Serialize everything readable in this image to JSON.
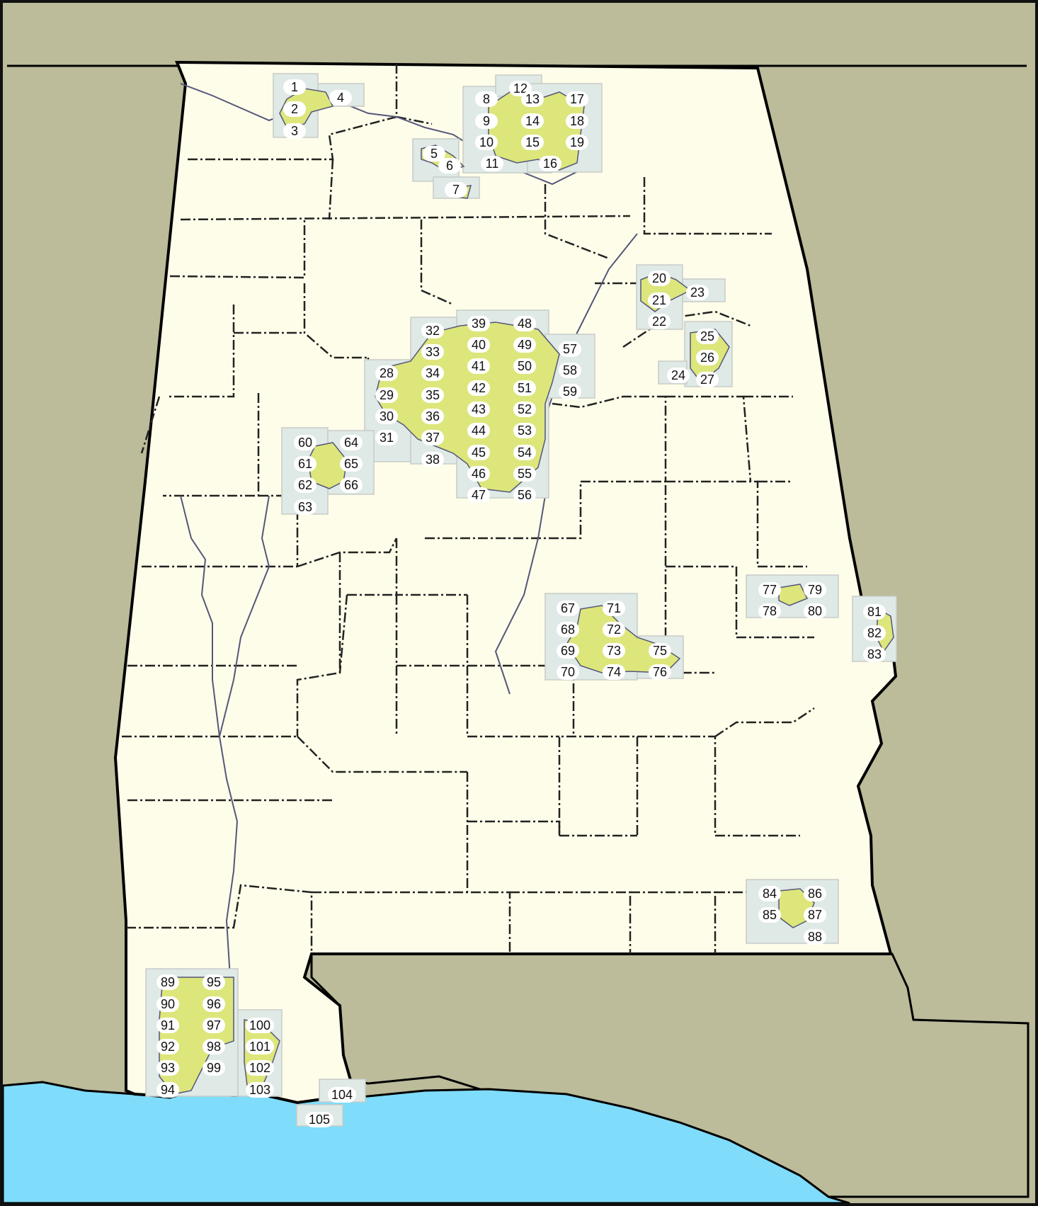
{
  "map": {
    "colors": {
      "outside": "#bcbb9a",
      "state_fill": "#fefde9",
      "urban_fill": "#dde67a",
      "grid_fill": "#dfe9e6",
      "grid_line": "#c8ccc8",
      "water": "#7fdcfb",
      "border": "#000000",
      "county_line": "#222222",
      "river": "#55577a"
    },
    "tiles": [
      {
        "id": "1",
        "label": "1"
      },
      {
        "id": "2",
        "label": "2"
      },
      {
        "id": "3",
        "label": "3"
      },
      {
        "id": "4",
        "label": "4"
      },
      {
        "id": "5",
        "label": "5"
      },
      {
        "id": "6",
        "label": "6"
      },
      {
        "id": "7",
        "label": "7"
      },
      {
        "id": "8",
        "label": "8"
      },
      {
        "id": "9",
        "label": "9"
      },
      {
        "id": "10",
        "label": "10"
      },
      {
        "id": "11",
        "label": "11"
      },
      {
        "id": "12",
        "label": "12"
      },
      {
        "id": "13",
        "label": "13"
      },
      {
        "id": "14",
        "label": "14"
      },
      {
        "id": "15",
        "label": "15"
      },
      {
        "id": "16",
        "label": "16"
      },
      {
        "id": "17",
        "label": "17"
      },
      {
        "id": "18",
        "label": "18"
      },
      {
        "id": "19",
        "label": "19"
      },
      {
        "id": "20",
        "label": "20"
      },
      {
        "id": "21",
        "label": "21"
      },
      {
        "id": "22",
        "label": "22"
      },
      {
        "id": "23",
        "label": "23"
      },
      {
        "id": "24",
        "label": "24"
      },
      {
        "id": "25",
        "label": "25"
      },
      {
        "id": "26",
        "label": "26"
      },
      {
        "id": "27",
        "label": "27"
      },
      {
        "id": "28",
        "label": "28"
      },
      {
        "id": "29",
        "label": "29"
      },
      {
        "id": "30",
        "label": "30"
      },
      {
        "id": "31",
        "label": "31"
      },
      {
        "id": "32",
        "label": "32"
      },
      {
        "id": "33",
        "label": "33"
      },
      {
        "id": "34",
        "label": "34"
      },
      {
        "id": "35",
        "label": "35"
      },
      {
        "id": "36",
        "label": "36"
      },
      {
        "id": "37",
        "label": "37"
      },
      {
        "id": "38",
        "label": "38"
      },
      {
        "id": "39",
        "label": "39"
      },
      {
        "id": "40",
        "label": "40"
      },
      {
        "id": "41",
        "label": "41"
      },
      {
        "id": "42",
        "label": "42"
      },
      {
        "id": "43",
        "label": "43"
      },
      {
        "id": "44",
        "label": "44"
      },
      {
        "id": "45",
        "label": "45"
      },
      {
        "id": "46",
        "label": "46"
      },
      {
        "id": "47",
        "label": "47"
      },
      {
        "id": "48",
        "label": "48"
      },
      {
        "id": "49",
        "label": "49"
      },
      {
        "id": "50",
        "label": "50"
      },
      {
        "id": "51",
        "label": "51"
      },
      {
        "id": "52",
        "label": "52"
      },
      {
        "id": "53",
        "label": "53"
      },
      {
        "id": "54",
        "label": "54"
      },
      {
        "id": "55",
        "label": "55"
      },
      {
        "id": "56",
        "label": "56"
      },
      {
        "id": "57",
        "label": "57"
      },
      {
        "id": "58",
        "label": "58"
      },
      {
        "id": "59",
        "label": "59"
      },
      {
        "id": "60",
        "label": "60"
      },
      {
        "id": "61",
        "label": "61"
      },
      {
        "id": "62",
        "label": "62"
      },
      {
        "id": "63",
        "label": "63"
      },
      {
        "id": "64",
        "label": "64"
      },
      {
        "id": "65",
        "label": "65"
      },
      {
        "id": "66",
        "label": "66"
      },
      {
        "id": "67",
        "label": "67"
      },
      {
        "id": "68",
        "label": "68"
      },
      {
        "id": "69",
        "label": "69"
      },
      {
        "id": "70",
        "label": "70"
      },
      {
        "id": "71",
        "label": "71"
      },
      {
        "id": "72",
        "label": "72"
      },
      {
        "id": "73",
        "label": "73"
      },
      {
        "id": "74",
        "label": "74"
      },
      {
        "id": "75",
        "label": "75"
      },
      {
        "id": "76",
        "label": "76"
      },
      {
        "id": "77",
        "label": "77"
      },
      {
        "id": "78",
        "label": "78"
      },
      {
        "id": "79",
        "label": "79"
      },
      {
        "id": "80",
        "label": "80"
      },
      {
        "id": "81",
        "label": "81"
      },
      {
        "id": "82",
        "label": "82"
      },
      {
        "id": "83",
        "label": "83"
      },
      {
        "id": "84",
        "label": "84"
      },
      {
        "id": "85",
        "label": "85"
      },
      {
        "id": "86",
        "label": "86"
      },
      {
        "id": "87",
        "label": "87"
      },
      {
        "id": "88",
        "label": "88"
      },
      {
        "id": "89",
        "label": "89"
      },
      {
        "id": "90",
        "label": "90"
      },
      {
        "id": "91",
        "label": "91"
      },
      {
        "id": "92",
        "label": "92"
      },
      {
        "id": "93",
        "label": "93"
      },
      {
        "id": "94",
        "label": "94"
      },
      {
        "id": "95",
        "label": "95"
      },
      {
        "id": "96",
        "label": "96"
      },
      {
        "id": "97",
        "label": "97"
      },
      {
        "id": "98",
        "label": "98"
      },
      {
        "id": "99",
        "label": "99"
      },
      {
        "id": "100",
        "label": "100"
      },
      {
        "id": "101",
        "label": "101"
      },
      {
        "id": "102",
        "label": "102"
      },
      {
        "id": "103",
        "label": "103"
      },
      {
        "id": "104",
        "label": "104"
      },
      {
        "id": "105",
        "label": "105"
      }
    ]
  }
}
